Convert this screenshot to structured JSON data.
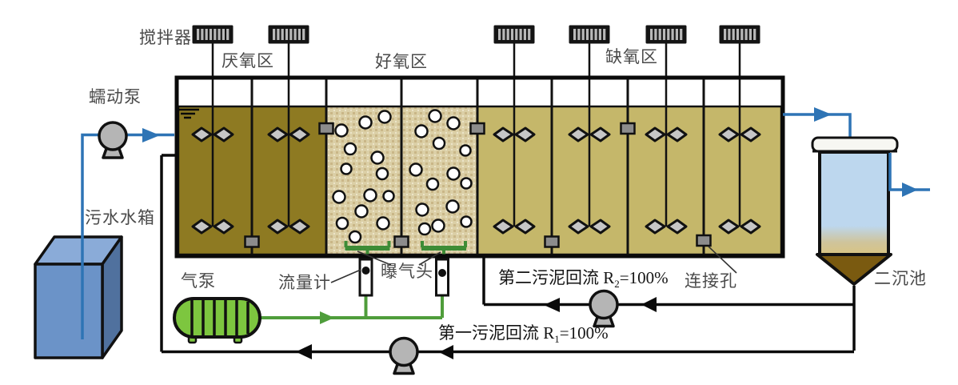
{
  "labels": {
    "stirrer": "搅拌器",
    "anaerobic_zone": "厌氧区",
    "aerobic_zone": "好氧区",
    "anoxic_zone": "缺氧区",
    "peristaltic_pump": "蠕动泵",
    "sewage_tank": "污水水箱",
    "air_pump": "气泵",
    "flow_meter": "流量计",
    "aeration_head": "曝气头",
    "connection_hole": "连接孔",
    "secondary_clarifier": "二沉池",
    "sludge_recycle_2": {
      "prefix": "第二污泥回流 R",
      "sub": "2",
      "suffix": "=100%"
    },
    "sludge_recycle_1": {
      "prefix": "第一污泥回流 R",
      "sub": "1",
      "suffix": "=100%"
    }
  },
  "components": {
    "mixer_count": 6,
    "anaerobic_compartments": 2,
    "aerobic_compartments": 2,
    "anoxic_compartments": 4,
    "flow_meter_count": 2,
    "aeration_head_count": 2,
    "recycle_pump_count": 2,
    "connection_hole_count": 7,
    "zones_order": [
      "厌氧区",
      "好氧区",
      "缺氧区"
    ]
  },
  "colors": {
    "anaerobic_fill": "#8e7a22",
    "aerobic_fill": "#dbcfa6",
    "anoxic_fill": "#c5b76a",
    "influent_pipe_blue": "#2e74b5",
    "air_pipe_green": "#4f9d3b",
    "sludge_pipe_black": "#0a0a0a",
    "pump_gray": "#b5b5b5",
    "air_pump_green": "#7dc63f",
    "clarifier_water_blue": "#bdd7ee",
    "sludge_brown": "#7a5a10",
    "sewage_tank_blue": "#6b93c8"
  }
}
